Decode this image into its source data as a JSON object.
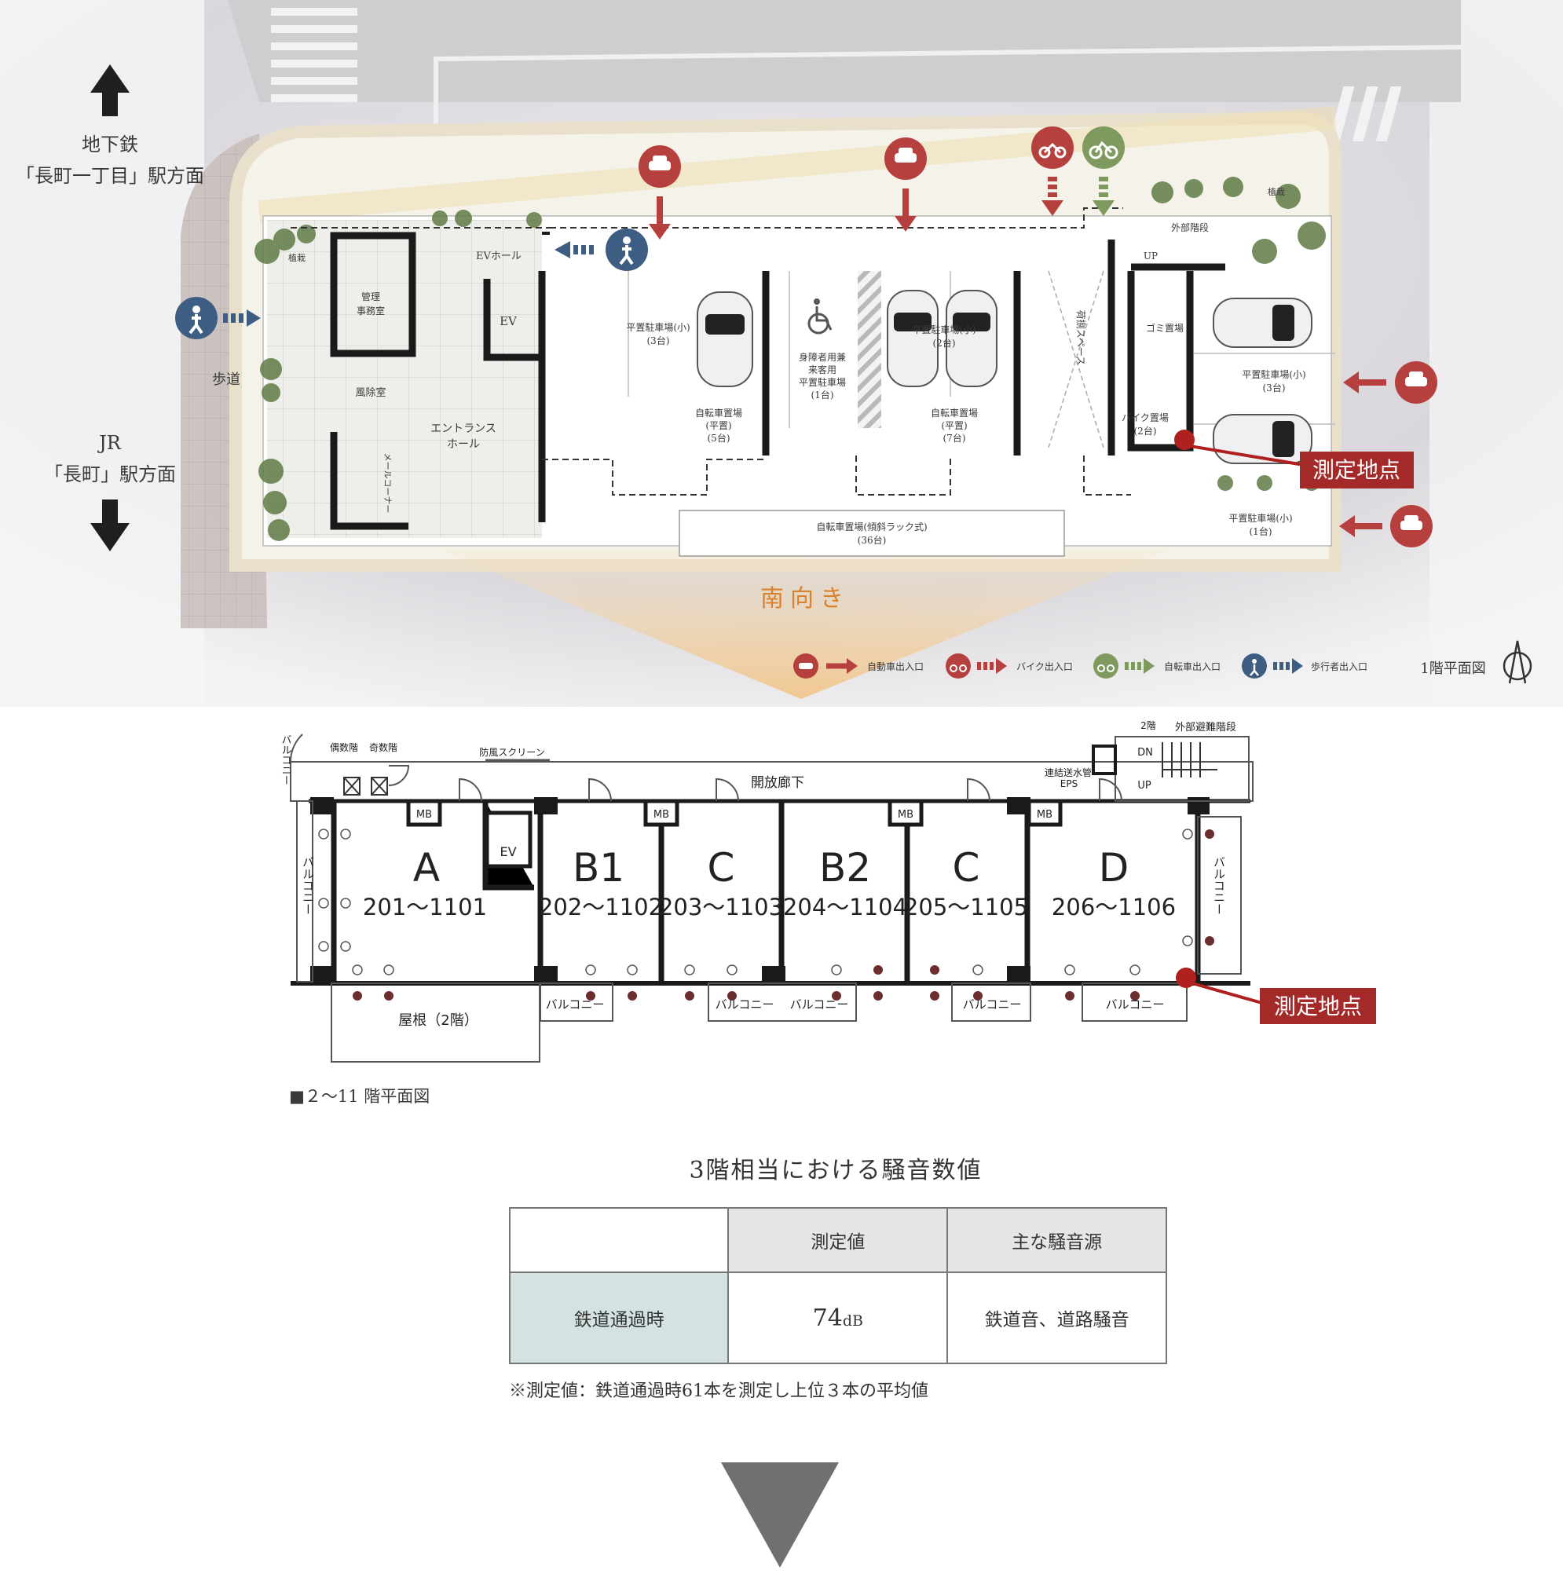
{
  "site_plan": {
    "direction_north": {
      "line1": "地下鉄",
      "line2": "「長町一丁目」駅方面"
    },
    "direction_south": {
      "line1": "JR",
      "line2": "「長町」駅方面"
    },
    "sidewalk": "歩道",
    "orientation": "南向き",
    "floor_label": "1階平面図",
    "measure_point": "測定地点",
    "rooms": {
      "planting": "植栽",
      "ev_hall": "EVホール",
      "ev": "EV",
      "office": "管理\n事務室",
      "windbreak": "風除室",
      "entrance": "エントランス\nホール",
      "mail": "メールコーナー",
      "parking_small_3": "平置駐車場(小)\n(3台)",
      "bike_flat_5": "自転車置場\n(平置)\n(5台)",
      "accessible": "身障者用兼\n来客用\n平置駐車場\n(1台)",
      "parking_small_2": "平置駐車場(小)\n(2台)",
      "bike_flat_7": "自転車置場\n(平置)\n(7台)",
      "loading": "荷捌スペース",
      "stairs_ext": "外部階段",
      "up": "UP",
      "garbage": "ゴミ置場",
      "moto": "バイク置場\n(2台)",
      "parking_right_3": "平置駐車場(小)\n(3台)",
      "parking_right_1": "平置駐車場(小)\n(1台)",
      "bike_rack_36": "自転車置場(傾斜ラック式)\n(36台)"
    },
    "legend": [
      {
        "label": "自動車出入口",
        "color": "#b5403d",
        "icon": "car-icon"
      },
      {
        "label": "バイク出入口",
        "color": "#b5403d",
        "icon": "motorbike-icon"
      },
      {
        "label": "自転車出入口",
        "color": "#7e9a5e",
        "icon": "bicycle-icon"
      },
      {
        "label": "歩行者出入口",
        "color": "#3e5d82",
        "icon": "pedestrian-icon"
      }
    ]
  },
  "floor_plan": {
    "units": [
      {
        "letter": "A",
        "range": "201〜1101"
      },
      {
        "letter": "B1",
        "range": "202〜1102"
      },
      {
        "letter": "C",
        "range": "203〜1103"
      },
      {
        "letter": "B2",
        "range": "204〜1104"
      },
      {
        "letter": "C",
        "range": "205〜1105"
      },
      {
        "letter": "D",
        "range": "206〜1106"
      }
    ],
    "labels": {
      "balcony": "バルコニー",
      "even": "偶数階",
      "odd": "奇数階",
      "windscreen": "防風スクリーン",
      "corridor": "開放廊下",
      "ev": "EV",
      "mb": "MB",
      "floor2": "2階",
      "evac_stairs": "外部避難階段",
      "dn": "DN",
      "up": "UP",
      "pipe": "連結送水管",
      "eps": "EPS",
      "roof": "屋根（2階）",
      "measure_point": "測定地点"
    },
    "caption": "■２～11 階平面図"
  },
  "noise_table": {
    "title": "3階相当における騒音数値",
    "headers": [
      "",
      "測定値",
      "主な騒音源"
    ],
    "row": {
      "label": "鉄道通過時",
      "value": "74",
      "unit": "dB",
      "source": "鉄道音、道路騒音"
    },
    "note": "※測定値：鉄道通過時61本を測定し上位３本の平均値"
  },
  "colors": {
    "car_red": "#b5403d",
    "bike_green": "#7e9a5e",
    "ped_blue": "#3e5d82",
    "measure_red": "#b0201e",
    "orient_orange": "#d9822b",
    "wall": "#1a1a1a"
  }
}
